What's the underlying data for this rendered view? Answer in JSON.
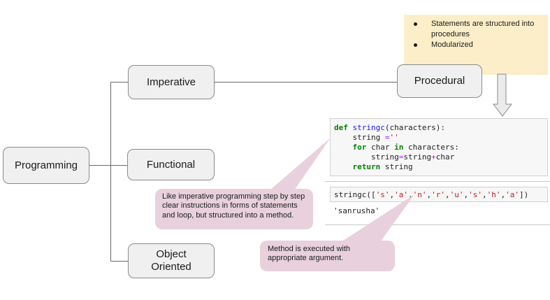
{
  "diagram": {
    "programming": "Programming",
    "imperative": "Imperative",
    "functional": "Functional",
    "object_oriented": "Object Oriented",
    "procedural": "Procedural"
  },
  "note": {
    "bullets": [
      "Statements are structured into procedures",
      "Modularized"
    ]
  },
  "callouts": {
    "imperative_note": "Like imperative programming step by step clear instructions in forms of statements and loop, but structured into a method.",
    "execution_note": "Method is executed with appropriate argument."
  },
  "code": {
    "definition": [
      [
        [
          "kw",
          "def"
        ],
        [
          "pl",
          " "
        ],
        [
          "fn",
          "stringc"
        ],
        [
          "pl",
          "(characters):"
        ]
      ],
      [
        [
          "pl",
          "    string "
        ],
        [
          "op",
          "="
        ],
        [
          "str",
          "''"
        ]
      ],
      [
        [
          "pl",
          "    "
        ],
        [
          "kw",
          "for"
        ],
        [
          "pl",
          " char "
        ],
        [
          "kw",
          "in"
        ],
        [
          "pl",
          " characters:"
        ]
      ],
      [
        [
          "pl",
          "        string"
        ],
        [
          "op",
          "="
        ],
        [
          "pl",
          "string"
        ],
        [
          "op",
          "+"
        ],
        [
          "pl",
          "char"
        ]
      ],
      [
        [
          "pl",
          "    "
        ],
        [
          "kw",
          "return"
        ],
        [
          "pl",
          " string"
        ]
      ]
    ],
    "call": [
      [
        [
          "pl",
          "stringc(["
        ],
        [
          "str",
          "'s'"
        ],
        [
          "pl",
          ","
        ],
        [
          "str",
          "'a'"
        ],
        [
          "pl",
          ","
        ],
        [
          "str",
          "'n'"
        ],
        [
          "pl",
          ","
        ],
        [
          "str",
          "'r'"
        ],
        [
          "pl",
          ","
        ],
        [
          "str",
          "'u'"
        ],
        [
          "pl",
          ","
        ],
        [
          "str",
          "'s'"
        ],
        [
          "pl",
          ","
        ],
        [
          "str",
          "'h'"
        ],
        [
          "pl",
          ","
        ],
        [
          "str",
          "'a'"
        ],
        [
          "pl",
          "])"
        ]
      ]
    ],
    "output": "'sanrusha'"
  },
  "colors": {
    "note_bg": "#fbeec8",
    "callout_bg": "#e8d1dc",
    "node_bg": "#f0f0f0",
    "node_border": "#8a8a8a",
    "connector": "#666666",
    "separator": "#c9c9c9",
    "code_bg": "#f7f7f7",
    "code_keyword": "#008000",
    "code_function": "#1a1aff",
    "code_operator": "#aa22ff",
    "code_string": "#ba2121"
  }
}
